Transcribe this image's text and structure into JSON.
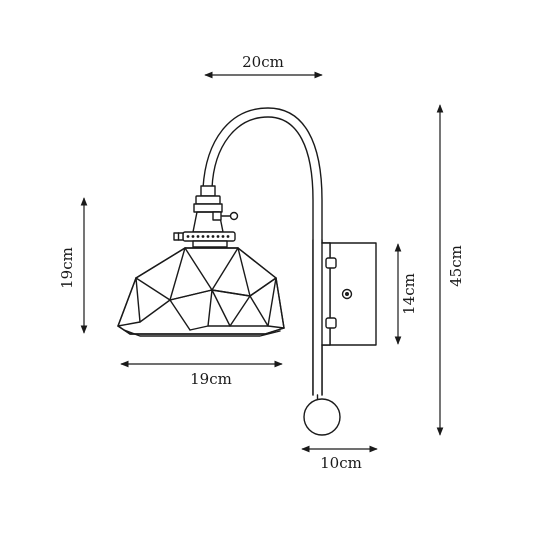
{
  "dimensions": {
    "arm_width": "20cm",
    "shade_height": "19cm",
    "shade_width": "19cm",
    "backplate_height": "14cm",
    "total_height": "45cm",
    "ball_width": "10cm"
  },
  "colors": {
    "stroke": "#1a1a1a",
    "background": "#ffffff"
  }
}
